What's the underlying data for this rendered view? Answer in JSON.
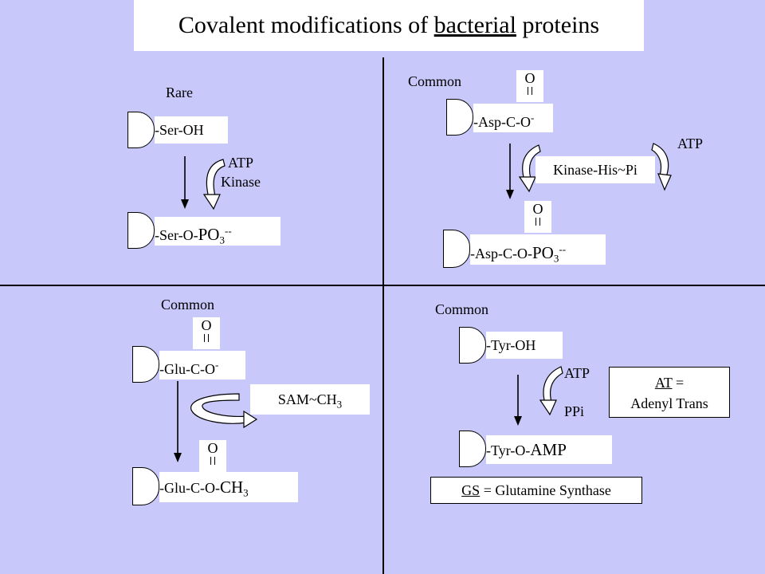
{
  "title": {
    "prefix": "Covalent modifications of",
    "underlined": "bacterial",
    "suffix": "proteins"
  },
  "q1": {
    "label": "Rare",
    "top_group": "-Ser-OH",
    "cofactor": "ATP",
    "enzyme": "Kinase",
    "bottom_group_prefix": "-Ser-O-",
    "bottom_group_main": "PO",
    "bottom_group_sub": "3",
    "bottom_group_sup": "--"
  },
  "q2": {
    "label": "Common",
    "top_group": "-Asp-C-O",
    "top_sup": "-",
    "cofactor": "ATP",
    "enzyme": "Kinase-His~Pi",
    "bottom_group_prefix": "-Asp-C-O-",
    "bottom_group_main": "PO",
    "bottom_group_sub": "3",
    "bottom_group_sup": "--",
    "carbonyl_top": "O",
    "carbonyl_bottom": "O"
  },
  "q3": {
    "label": "Common",
    "top_group": "-Glu-C-O",
    "top_sup": "-",
    "donor": "SAM~CH",
    "donor_sub": "3",
    "bottom_group_prefix": "-Glu-C-O-",
    "bottom_group_main": "CH",
    "bottom_group_sub": "3",
    "carbonyl_top": "O",
    "carbonyl_bottom": "O"
  },
  "q4": {
    "label": "Common",
    "top_group": "-Tyr-OH",
    "cofactor": "ATP",
    "byproduct": "PPi",
    "bottom_group_prefix": "-Tyr-O-",
    "bottom_group_main": "AMP",
    "at_abbrev": "AT",
    "at_eq": " =",
    "at_full": "Adenyl Trans",
    "gs_abbrev": "GS",
    "gs_full": " = Glutamine Synthase"
  }
}
